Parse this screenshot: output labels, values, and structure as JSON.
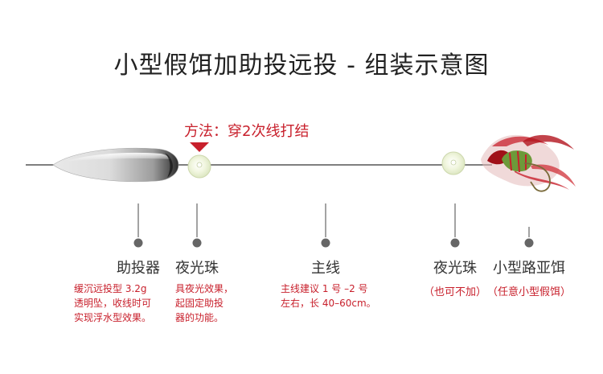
{
  "title": "小型假饵加助投远投 - 组装示意图",
  "method": "方法：穿2次线打结",
  "colors": {
    "accent": "#c8202c",
    "line": "#333333",
    "pin": "#666666",
    "stem": "#8c8c8c"
  },
  "components": [
    {
      "name": "助投器",
      "desc": [
        "缓沉远投型 3.2g",
        "透明坠，收线时可",
        "实现浮水型效果。"
      ]
    },
    {
      "name": "夜光珠",
      "desc": [
        "具夜光效果，",
        "起固定助投",
        "器的功能。"
      ]
    },
    {
      "name": "主线",
      "desc": [
        "主线建议 1 号 –2 号",
        "左右，长 40–60cm。"
      ]
    },
    {
      "name": "夜光珠",
      "note": "（也可不加）"
    },
    {
      "name": "小型路亚饵",
      "note": "（任意小型假饵）"
    }
  ]
}
